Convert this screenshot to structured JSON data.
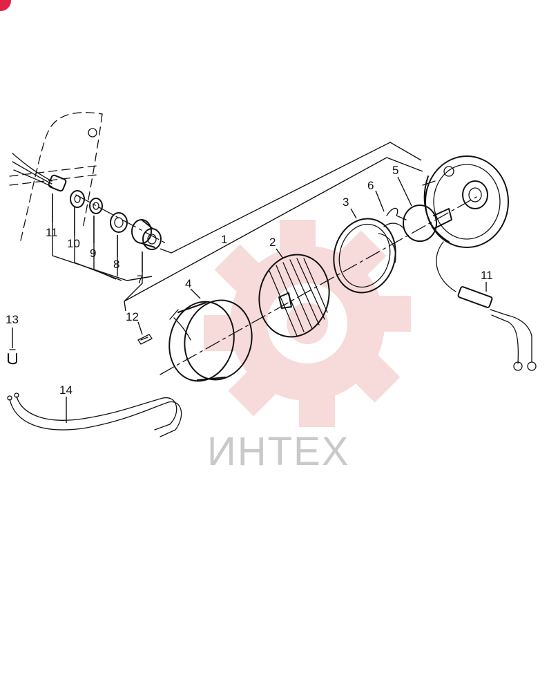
{
  "watermark": {
    "text": "ИНТЕХ",
    "color": "#f2c6c6",
    "text_color": "#c9c9c9"
  },
  "accent": "#e3224a",
  "callouts": [
    {
      "id": "1",
      "text": "1"
    },
    {
      "id": "2",
      "text": "2"
    },
    {
      "id": "3",
      "text": "3"
    },
    {
      "id": "4",
      "text": "4"
    },
    {
      "id": "5",
      "text": "5"
    },
    {
      "id": "6",
      "text": "6"
    },
    {
      "id": "7",
      "text": "7"
    },
    {
      "id": "8",
      "text": "8"
    },
    {
      "id": "9",
      "text": "9"
    },
    {
      "id": "10",
      "text": "10"
    },
    {
      "id": "11a",
      "text": "11"
    },
    {
      "id": "11b",
      "text": "11"
    },
    {
      "id": "12",
      "text": "12"
    },
    {
      "id": "13",
      "text": "13"
    },
    {
      "id": "14",
      "text": "14"
    }
  ]
}
